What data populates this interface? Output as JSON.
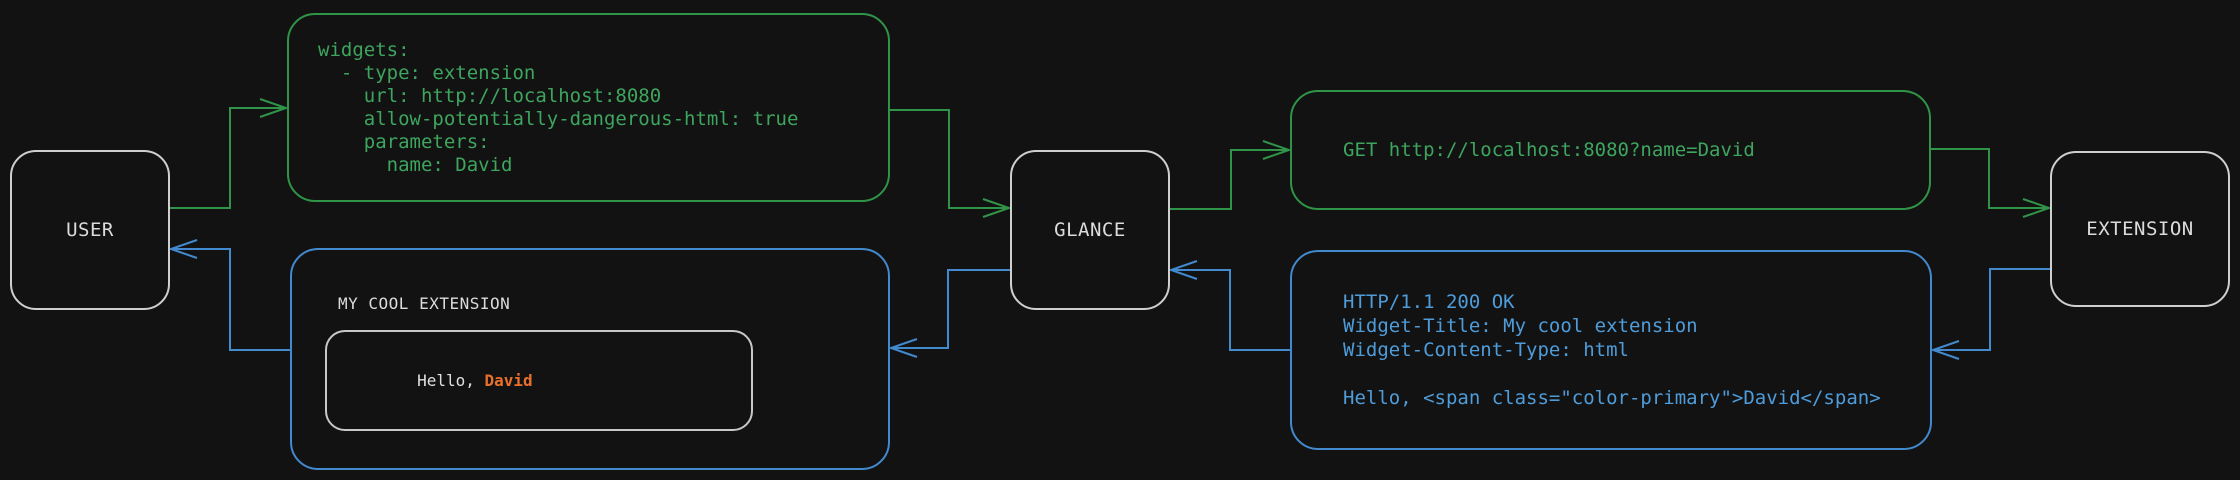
{
  "colors": {
    "background": "#121212",
    "green_text": "#3ea55e",
    "green_line": "#2f9447",
    "blue_text": "#4f9cda",
    "blue_line": "#4289cd",
    "node_border": "#cfcfcf",
    "node_text": "#dcdcdc",
    "inner_border": "#c8c8c8",
    "white_text": "#e0e0e0",
    "orange": "#e8702a"
  },
  "nodes": {
    "user": {
      "label": "USER"
    },
    "glance": {
      "label": "GLANCE"
    },
    "extension": {
      "label": "EXTENSION"
    }
  },
  "config_box": {
    "code": "widgets:\n  - type: extension\n    url: http://localhost:8080\n    allow-potentially-dangerous-html: true\n    parameters:\n      name: David"
  },
  "request_box": {
    "code": "GET http://localhost:8080?name=David"
  },
  "response_box": {
    "code": "HTTP/1.1 200 OK\nWidget-Title: My cool extension\nWidget-Content-Type: html\n\nHello, <span class=\"color-primary\">David</span>"
  },
  "widget_box": {
    "title": "MY COOL EXTENSION",
    "greeting_prefix": "Hello, ",
    "greeting_name": "David"
  }
}
